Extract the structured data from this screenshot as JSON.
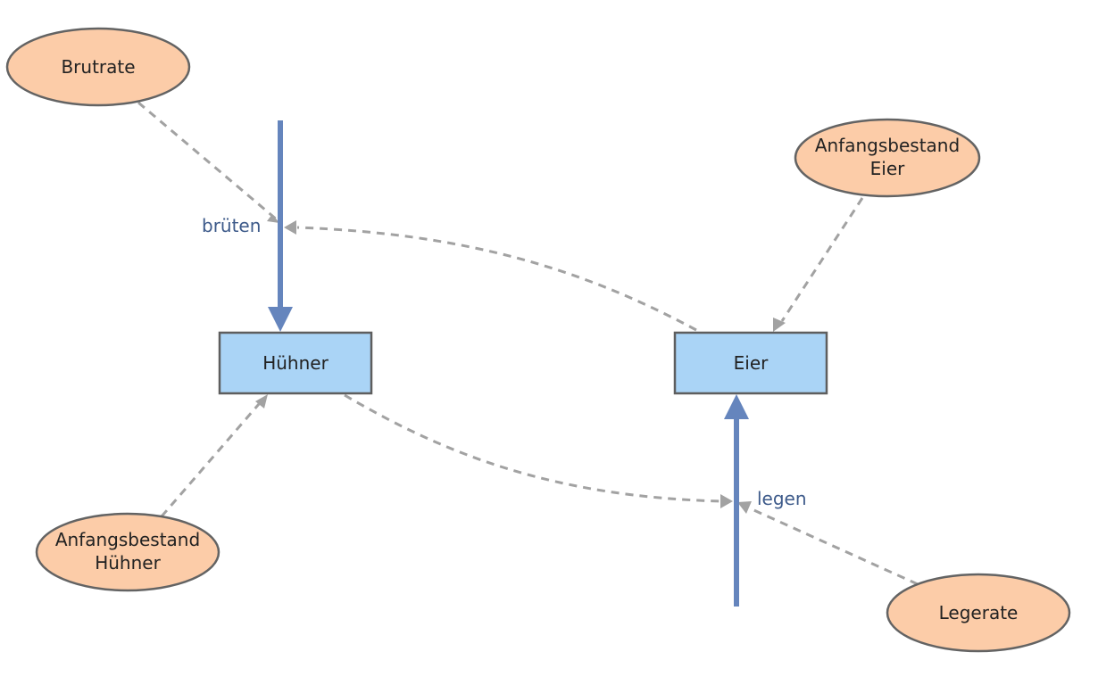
{
  "diagram": {
    "stocks": {
      "huehner": "Hühner",
      "eier": "Eier"
    },
    "parameters": {
      "brutrate": "Brutrate",
      "anfangsbestand_eier_line1": "Anfangsbestand",
      "anfangsbestand_eier_line2": "Eier",
      "anfangsbestand_huehner_line1": "Anfangsbestand",
      "anfangsbestand_huehner_line2": "Hühner",
      "legerate": "Legerate"
    },
    "flows": {
      "brueten": "brüten",
      "legen": "legen"
    },
    "colors": {
      "stock_fill": "#aad4f6",
      "stock_border": "#5e5e5e",
      "parameter_fill": "#fccca8",
      "parameter_border": "#636363",
      "flow_line": "#6585bd",
      "flow_label": "#3d5a8a",
      "link_line": "#a2a2a2"
    }
  }
}
